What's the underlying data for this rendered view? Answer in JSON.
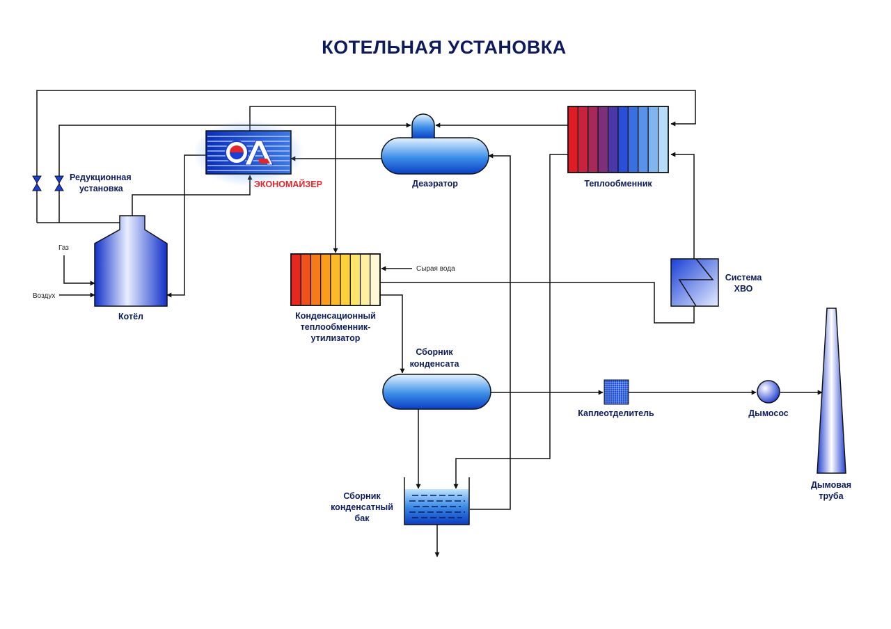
{
  "title": "КОТЕЛЬНАЯ УСТАНОВКА",
  "labels": {
    "reduction_line1": "Редукционная",
    "reduction_line2": "установка",
    "economizer": "ЭКОНОМАЙЗЕР",
    "deaerator": "Деаэратор",
    "heat_exchanger": "Теплообменник",
    "gas": "Газ",
    "air": "Воздух",
    "boiler": "Котёл",
    "raw_water": "Сырая вода",
    "condensing_line1": "Конденсационный",
    "condensing_line2": "теплообменник-",
    "condensing_line3": "утилизатор",
    "hvo_line1": "Система",
    "hvo_line2": "ХВО",
    "collector_line1": "Сборник",
    "collector_line2": "конденсата",
    "droplet": "Каплеотделитель",
    "exhauster": "Дымосос",
    "chimney_line1": "Дымовая",
    "chimney_line2": "труба",
    "tank_line1": "Сборник",
    "tank_line2": "конденсатный",
    "tank_line3": "бак"
  },
  "colors": {
    "title": "#0d1b5e",
    "economizer_label": "#e3262b",
    "equipment_blue": "#1a3fd6",
    "pipe": "#111111"
  },
  "gradients": {
    "heat_exchanger_stripes": [
      "#e01b24",
      "#c8233e",
      "#a6295a",
      "#7d2f7a",
      "#4b38a8",
      "#2a4fd6",
      "#3a6fe0",
      "#5a92ea",
      "#7fb6f1",
      "#b5dcf8"
    ],
    "condensing_stripes": [
      "#e8281e",
      "#f0511c",
      "#f77a1a",
      "#fb9c1f",
      "#fdb92a",
      "#fdd13a",
      "#fde46a",
      "#fdf0a2",
      "#fdf8d6"
    ]
  },
  "icons": {
    "economizer_logo": "company-logo-icon",
    "valve": "valve-icon",
    "exhauster": "fan-icon"
  }
}
